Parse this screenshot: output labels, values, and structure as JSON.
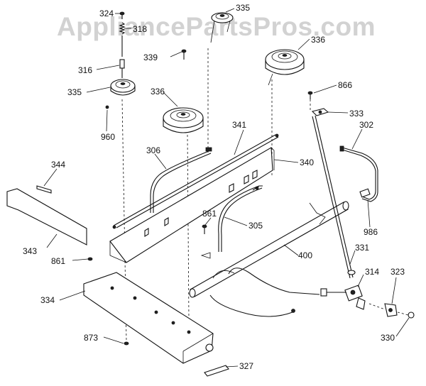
{
  "watermark": "AppliancePartsPros.com",
  "callouts": {
    "c324": "324",
    "c318": "318",
    "c335a": "335",
    "c336a": "336",
    "c339": "339",
    "c316": "316",
    "c335b": "335",
    "c336b": "336",
    "c866": "866",
    "c333": "333",
    "c960": "960",
    "c341": "341",
    "c302": "302",
    "c306": "306",
    "c340": "340",
    "c344": "344",
    "c861a": "861",
    "c305": "305",
    "c986": "986",
    "c343": "343",
    "c861b": "861",
    "c400": "400",
    "c331": "331",
    "c314": "314",
    "c323": "323",
    "c334": "334",
    "c330": "330",
    "c873": "873",
    "c327": "327"
  }
}
